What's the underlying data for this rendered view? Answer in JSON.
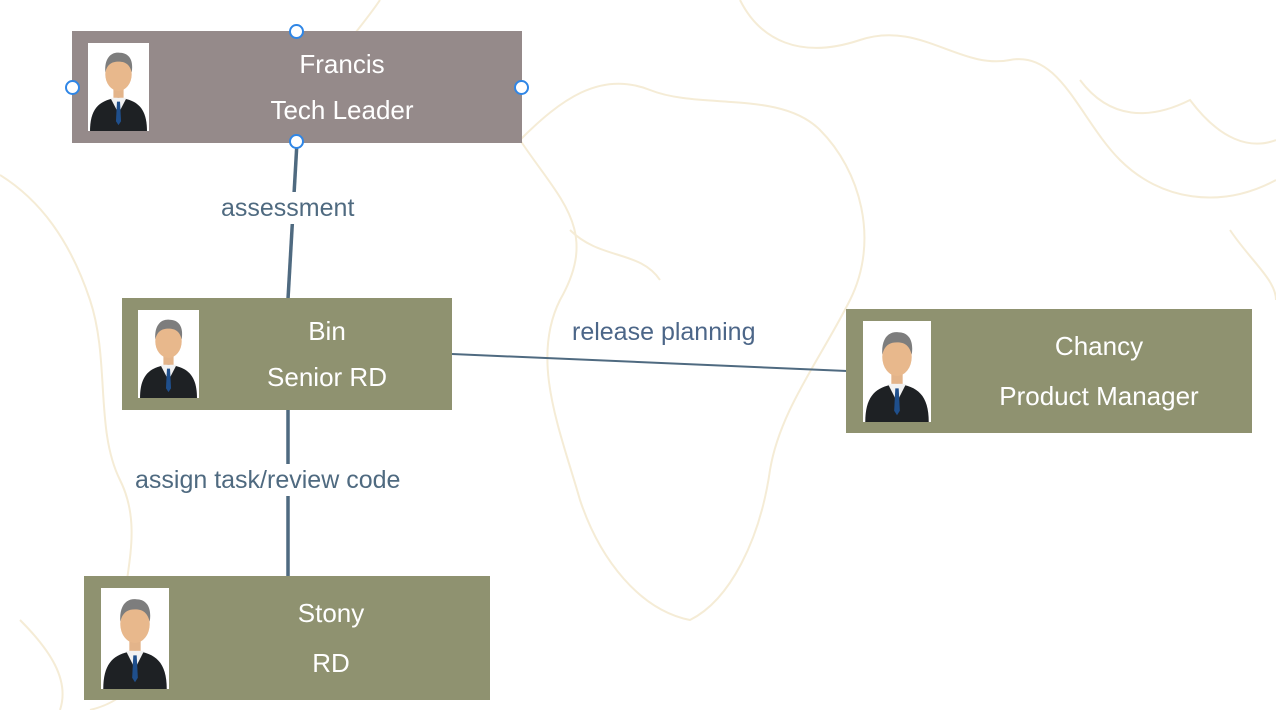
{
  "nodes": {
    "francis": {
      "name": "Francis",
      "title": "Tech Leader"
    },
    "bin": {
      "name": "Bin",
      "title": "Senior RD"
    },
    "chancy": {
      "name": "Chancy",
      "title": "Product Manager"
    },
    "stony": {
      "name": "Stony",
      "title": "RD"
    }
  },
  "edges": {
    "francis_bin": "assessment",
    "bin_chancy": "release planning",
    "bin_stony": "assign task/review code"
  },
  "colors": {
    "selected_node": "#958a8a",
    "node": "#8f9270",
    "edge": "#4f6a80",
    "selection_handle": "#2f86e6"
  },
  "icons": {
    "avatar": "businessman-avatar-icon"
  }
}
